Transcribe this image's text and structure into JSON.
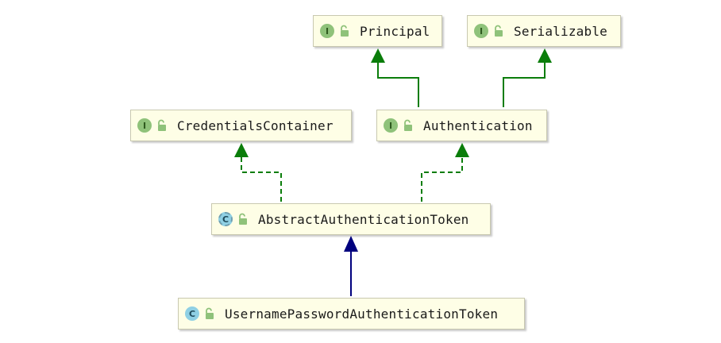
{
  "nodes": [
    {
      "id": "principal",
      "kind": "interface",
      "kind_letter": "I",
      "name": "Principal"
    },
    {
      "id": "serializable",
      "kind": "interface",
      "kind_letter": "I",
      "name": "Serializable"
    },
    {
      "id": "credentials",
      "kind": "interface",
      "kind_letter": "I",
      "name": "CredentialsContainer"
    },
    {
      "id": "authentication",
      "kind": "interface",
      "kind_letter": "I",
      "name": "Authentication"
    },
    {
      "id": "abstract",
      "kind": "abstract-class",
      "kind_letter": "C",
      "name": "AbstractAuthenticationToken"
    },
    {
      "id": "username",
      "kind": "class",
      "kind_letter": "C",
      "name": "UsernamePasswordAuthenticationToken"
    }
  ],
  "edges": [
    {
      "from": "authentication",
      "to": "principal",
      "relation": "extends"
    },
    {
      "from": "authentication",
      "to": "serializable",
      "relation": "extends"
    },
    {
      "from": "abstract",
      "to": "credentials",
      "relation": "implements"
    },
    {
      "from": "abstract",
      "to": "authentication",
      "relation": "implements"
    },
    {
      "from": "username",
      "to": "abstract",
      "relation": "extends"
    }
  ],
  "colors": {
    "interface_extends": "#0a7d0a",
    "implements": "#0a7d0a",
    "class_extends": "#00007e",
    "node_fill": "#fefee6",
    "interface_badge": "#8fc27a",
    "class_badge": "#8fd0e4"
  }
}
